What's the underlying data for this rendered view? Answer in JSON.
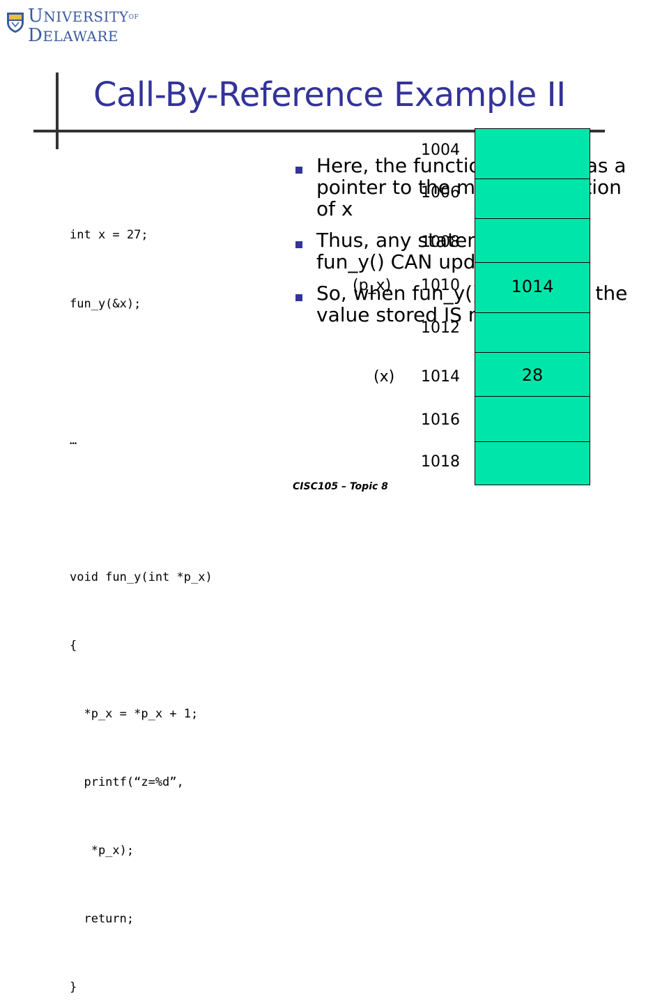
{
  "logo": {
    "line1": "NIVERSITY",
    "line1_initial": "U",
    "line1_suffix": "OF",
    "line2": "ELAWARE",
    "line2_initial": "D",
    "color": "#3a5aa0"
  },
  "title": "Call-By-Reference Example II",
  "code": {
    "lines": [
      "int x = 27;",
      "fun_y(&x);",
      "",
      "…",
      "",
      "void fun_y(int *p_x)",
      "{",
      "  *p_x = *p_x + 1;",
      "  printf(“z=%d”,",
      "   *p_x);",
      "  return;",
      "}"
    ]
  },
  "bullets": [
    "Here, the function fun_y() has a pointer to the memory location of x",
    "Thus, any statement inside fun_y() CAN update x",
    "So, when fun_y() updates x, the value stored IS modified."
  ],
  "memory": {
    "addresses": [
      "1004",
      "1006",
      "1008",
      "1010",
      "1012",
      "1014",
      "1016",
      "1018"
    ],
    "cells": [
      "",
      "",
      "",
      "1014",
      "",
      "28",
      "",
      ""
    ],
    "labels": {
      "p_x": "(p_x)",
      "x": "(x)"
    },
    "cell_color": "#00e6aa"
  },
  "footer": "CISC105 – Topic 8",
  "colors": {
    "title": "#333399",
    "bullet": "#333399",
    "rule": "#333333"
  }
}
